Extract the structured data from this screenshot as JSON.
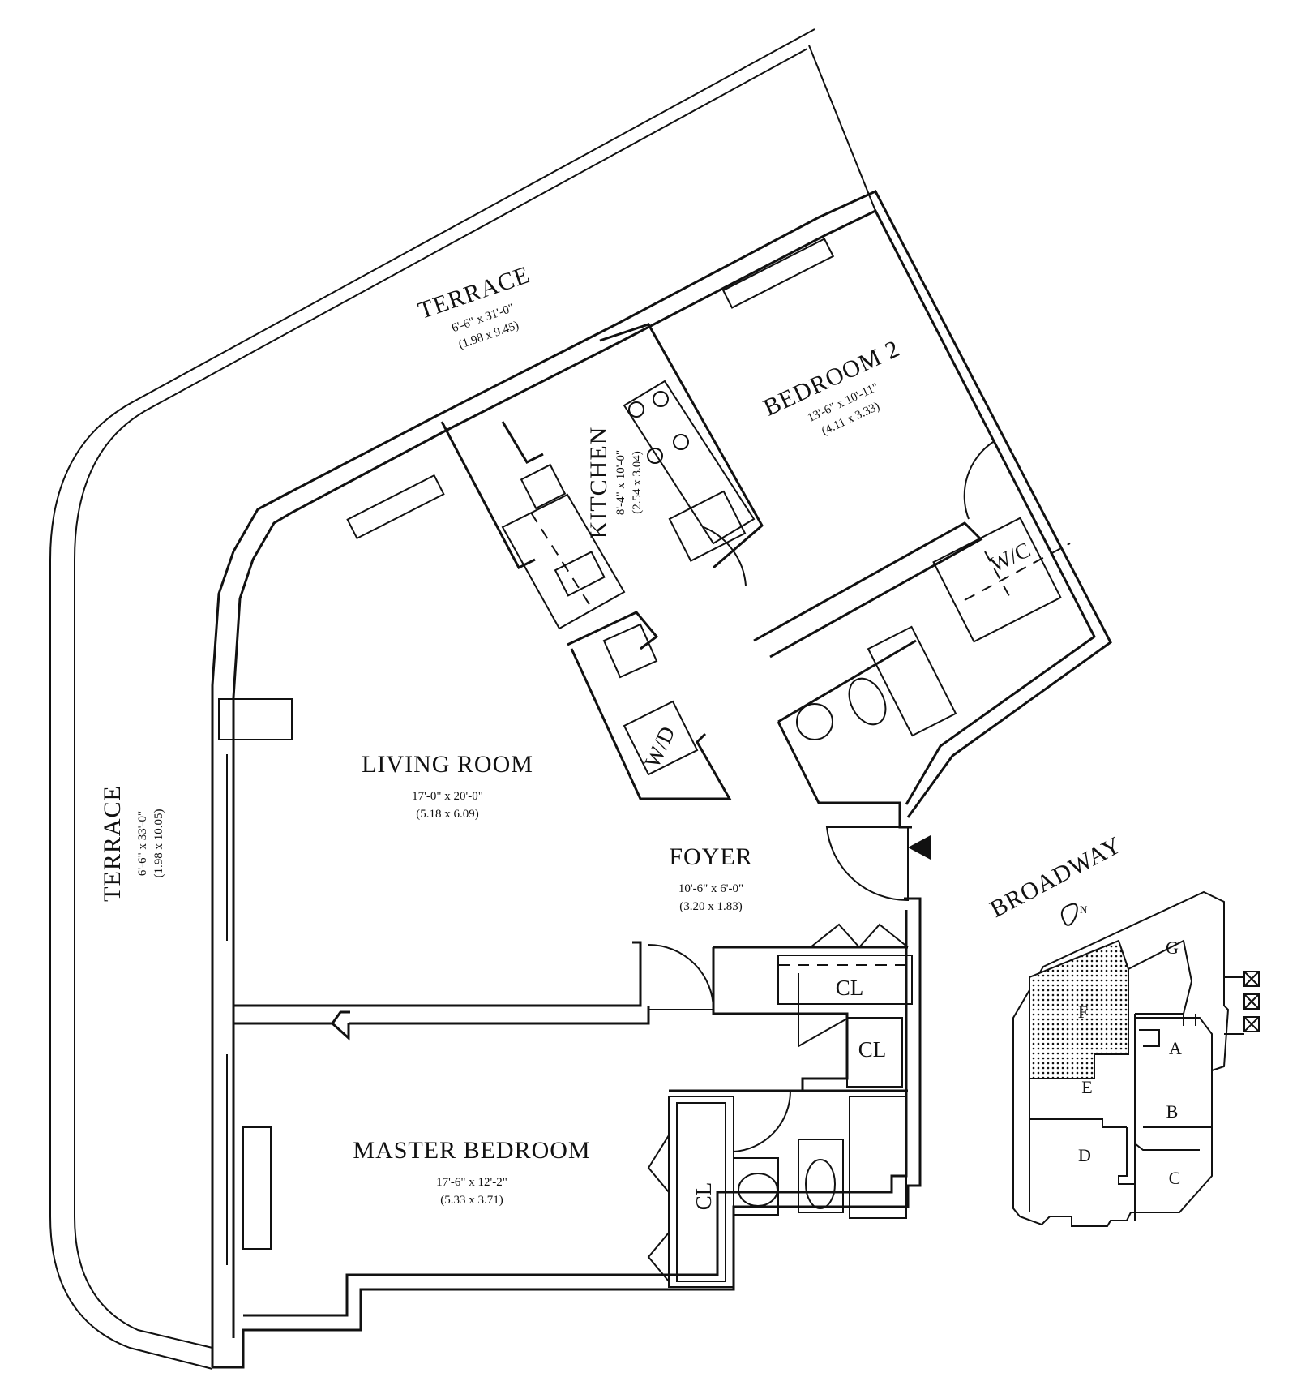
{
  "rooms": {
    "terrace_top": {
      "name": "TERRACE",
      "dim_imperial": "6'-6\" x 31'-0\"",
      "dim_metric": "(1.98 x 9.45)"
    },
    "terrace_left": {
      "name": "TERRACE",
      "dim_imperial": "6'-6\" x 33'-0\"",
      "dim_metric": "(1.98 x 10.05)"
    },
    "bedroom2": {
      "name": "BEDROOM 2",
      "dim_imperial": "13'-6\" x 10'-11\"",
      "dim_metric": "(4.11 x 3.33)"
    },
    "kitchen": {
      "name": "KITCHEN",
      "dim_imperial": "8'-4\" x 10'-0\"",
      "dim_metric": "(2.54 x 3.04)"
    },
    "living_room": {
      "name": "LIVING ROOM",
      "dim_imperial": "17'-0\" x 20'-0\"",
      "dim_metric": "(5.18 x 6.09)"
    },
    "foyer": {
      "name": "FOYER",
      "dim_imperial": "10'-6\" x 6'-0\"",
      "dim_metric": "(3.20 x 1.83)"
    },
    "master_bedroom": {
      "name": "MASTER BEDROOM",
      "dim_imperial": "17'-6\" x 12'-2\"",
      "dim_metric": "(5.33 x 3.71)"
    }
  },
  "fixtures": {
    "wc": "W/C",
    "wd": "W/D",
    "closet_1": "CL",
    "closet_2": "CL",
    "closet_3": "CL"
  },
  "key_plan": {
    "street": "BROADWAY",
    "north": "N",
    "units": [
      "G",
      "F",
      "A",
      "E",
      "B",
      "D",
      "C"
    ],
    "highlighted_unit": "F"
  }
}
